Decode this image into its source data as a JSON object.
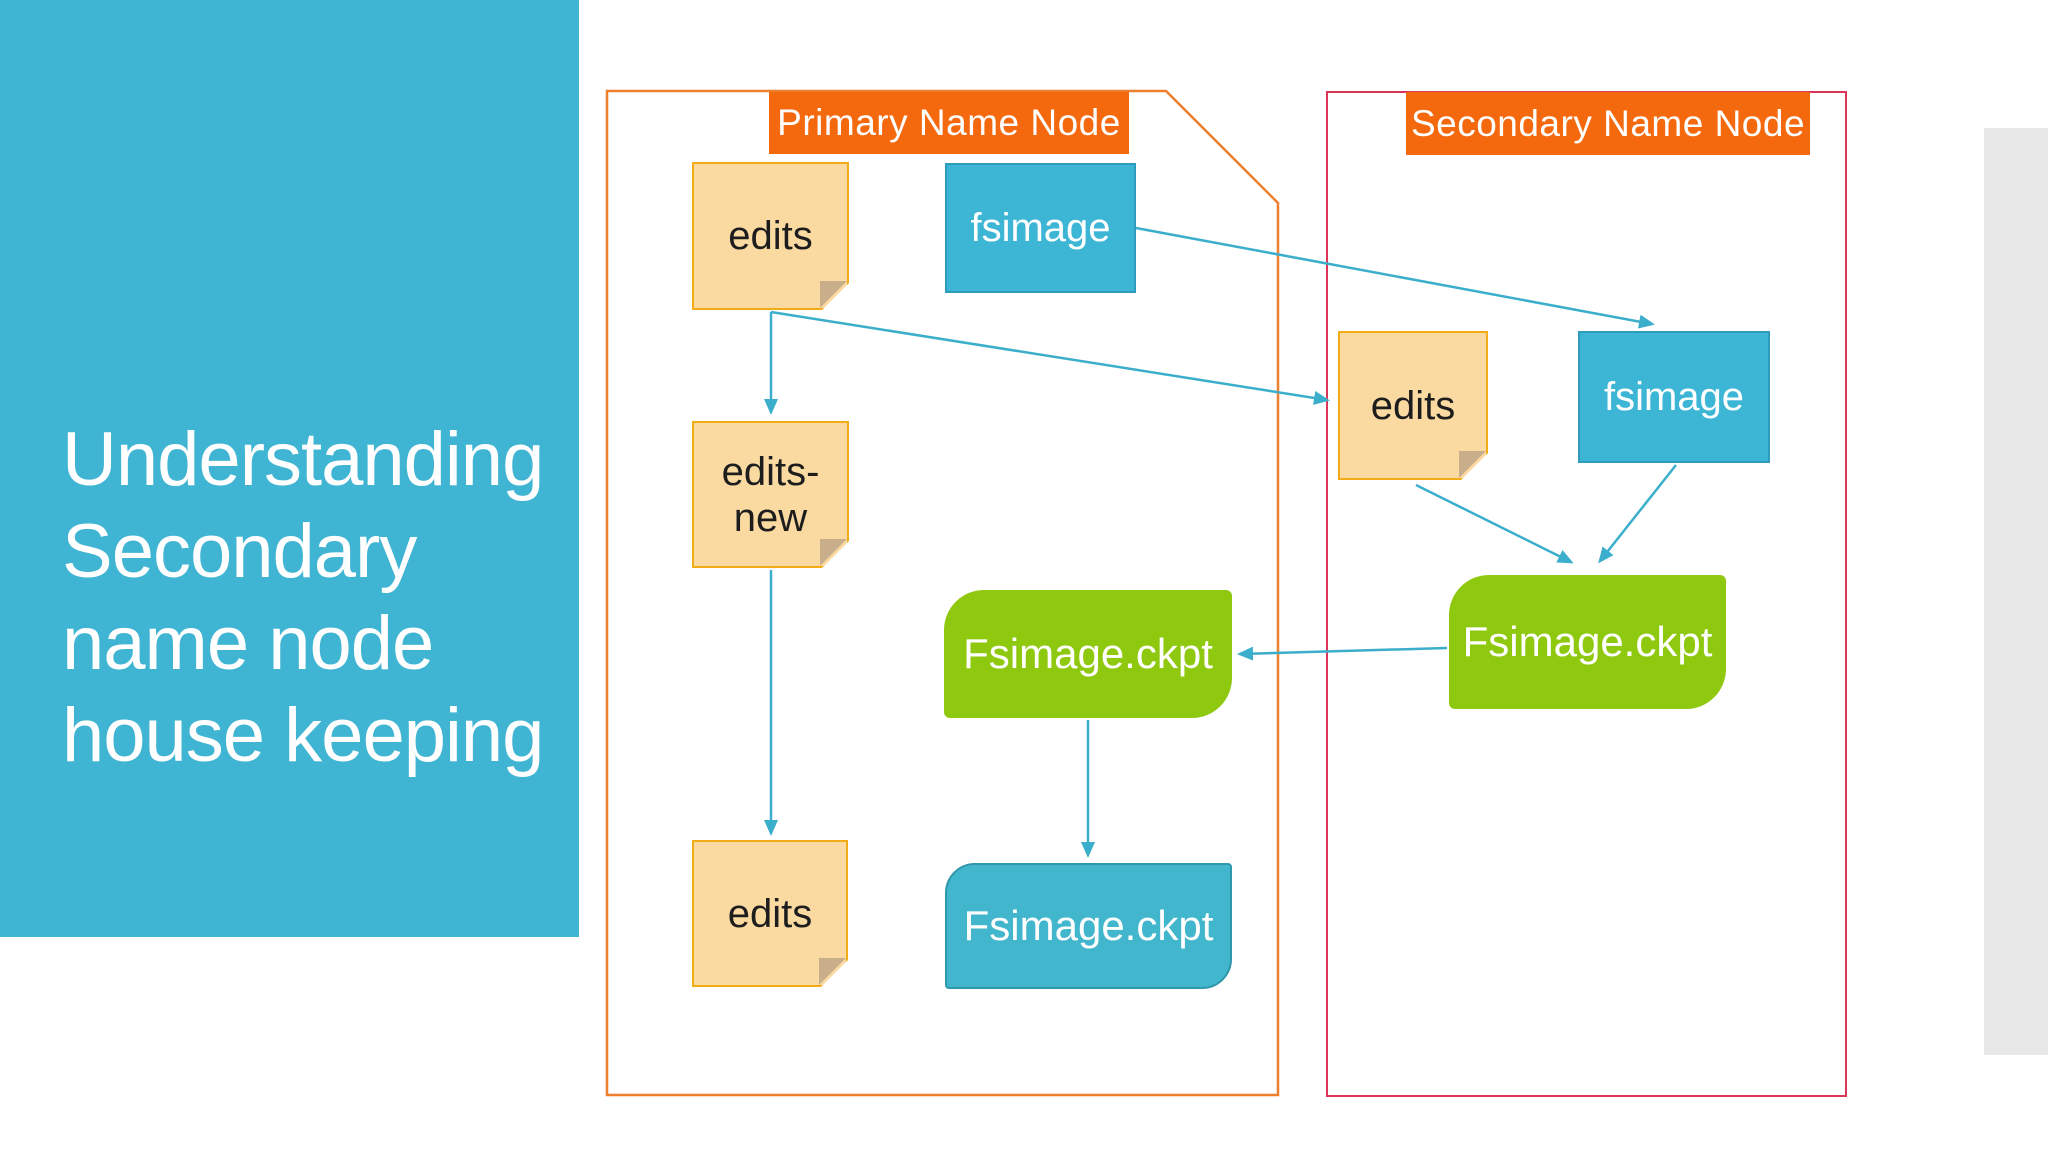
{
  "slide_title": {
    "lines": [
      "Understanding",
      "Secondary",
      "name node",
      "house keeping"
    ]
  },
  "primary_group": {
    "header": "Primary Name Node",
    "edits_note": "edits",
    "fsimage_box": "fsimage",
    "edits_new_note": "edits-new",
    "fsimage_ckpt_green": "Fsimage.ckpt",
    "edits_note_bottom": "edits",
    "fsimage_ckpt_blue": "Fsimage.ckpt"
  },
  "secondary_group": {
    "header": "Secondary Name Node",
    "edits_note": "edits",
    "fsimage_box": "fsimage",
    "fsimage_ckpt_green": "Fsimage.ckpt"
  },
  "colors": {
    "panel_teal": "#3FB5D3",
    "header_orange": "#F4690E",
    "primary_outline_orange": "#EE7F2D",
    "secondary_outline_red": "#DB3557",
    "note_fill": "#FBDAA2",
    "note_border": "#F2AC18",
    "fsimage_blue": "#3DB6D6",
    "ckpt_green": "#8EC80F",
    "ckpt_blue": "#42B6CC",
    "arrow_teal": "#3BAECB",
    "next_slide_gray": "#E7E7E7"
  }
}
